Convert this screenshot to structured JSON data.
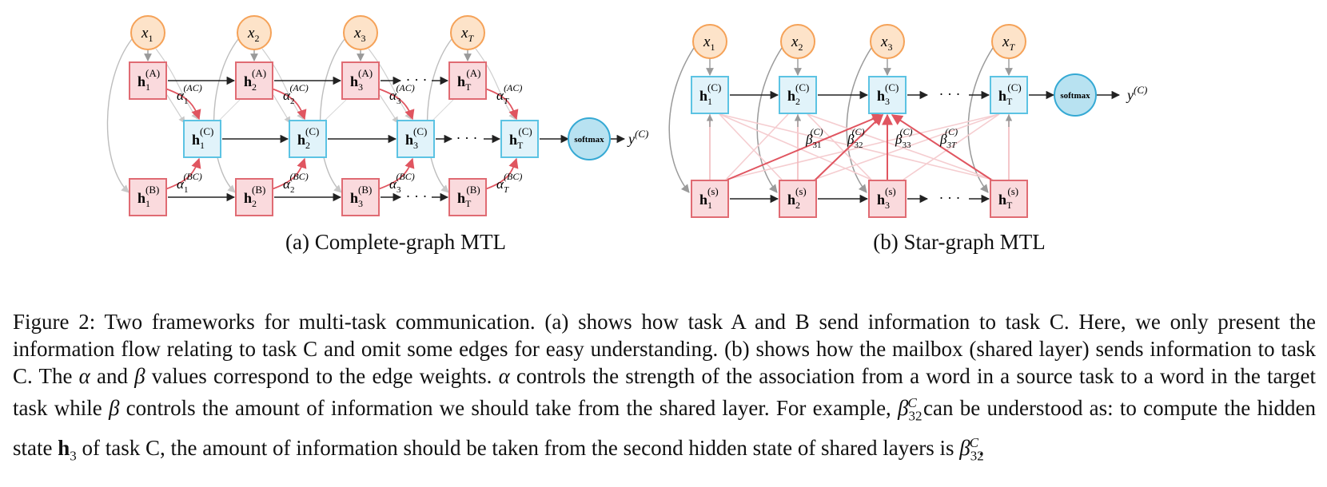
{
  "panel_a": {
    "caption": "(a) Complete-graph MTL",
    "inputs": [
      {
        "base": "x",
        "sub": "1"
      },
      {
        "base": "x",
        "sub": "2"
      },
      {
        "base": "x",
        "sub": "3"
      },
      {
        "base": "x",
        "sub": "T"
      }
    ],
    "nodes_a": [
      {
        "sub": "1",
        "sup": "(A)"
      },
      {
        "sub": "2",
        "sup": "(A)"
      },
      {
        "sub": "3",
        "sup": "(A)"
      },
      {
        "sub": "T",
        "sup": "(A)"
      }
    ],
    "nodes_c": [
      {
        "sub": "1",
        "sup": "(C)"
      },
      {
        "sub": "2",
        "sup": "(C)"
      },
      {
        "sub": "3",
        "sup": "(C)"
      },
      {
        "sub": "T",
        "sup": "(C)"
      }
    ],
    "nodes_b": [
      {
        "sub": "1",
        "sup": "(B)"
      },
      {
        "sub": "2",
        "sup": "(B)"
      },
      {
        "sub": "3",
        "sup": "(B)"
      },
      {
        "sub": "T",
        "sup": "(B)"
      }
    ],
    "alpha_ac": [
      {
        "sub": "1",
        "sup": "(AC)"
      },
      {
        "sub": "2",
        "sup": "(AC)"
      },
      {
        "sub": "3",
        "sup": "(AC)"
      },
      {
        "sub": "T",
        "sup": "(AC)"
      }
    ],
    "alpha_bc": [
      {
        "sub": "1",
        "sup": "(BC)"
      },
      {
        "sub": "2",
        "sup": "(BC)"
      },
      {
        "sub": "3",
        "sup": "(BC)"
      },
      {
        "sub": "T",
        "sup": "(BC)"
      }
    ],
    "softmax": "softmax",
    "output": {
      "base": "y",
      "sup": "(C)"
    },
    "ellipsis": "· · ·"
  },
  "panel_b": {
    "caption": "(b) Star-graph MTL",
    "inputs": [
      {
        "base": "x",
        "sub": "1"
      },
      {
        "base": "x",
        "sub": "2"
      },
      {
        "base": "x",
        "sub": "3"
      },
      {
        "base": "x",
        "sub": "T"
      }
    ],
    "nodes_c": [
      {
        "sub": "1",
        "sup": "(C)"
      },
      {
        "sub": "2",
        "sup": "(C)"
      },
      {
        "sub": "3",
        "sup": "(C)"
      },
      {
        "sub": "T",
        "sup": "(C)"
      }
    ],
    "nodes_s": [
      {
        "sub": "1",
        "sup": "(s)"
      },
      {
        "sub": "2",
        "sup": "(s)"
      },
      {
        "sub": "3",
        "sup": "(s)"
      },
      {
        "sub": "T",
        "sup": "(s)"
      }
    ],
    "betas": [
      {
        "sub": "31",
        "sup": "(C)"
      },
      {
        "sub": "32",
        "sup": "(C)"
      },
      {
        "sub": "33",
        "sup": "(C)"
      },
      {
        "sub": "3T",
        "sup": "(C)"
      }
    ],
    "softmax": "softmax",
    "output": {
      "base": "y",
      "sup": "(C)"
    },
    "ellipsis": "· · ·"
  },
  "caption": {
    "p1": "Figure 2: Two frameworks for multi-task communication. (a) shows how task A and B send information to task C. Here, we only present the information flow relating to task C and omit some edges for easy understanding. (b) shows how the mailbox (shared layer) sends information to task C. The ",
    "alpha": "α",
    "p2": " and ",
    "beta": "β",
    "p3": " values correspond to the edge weights. ",
    "p4": " controls the strength of the association from a word in a source task to a word in the target task while ",
    "p5": " controls the amount of information we should take from the shared layer. For example, ",
    "beta_sub": "32",
    "beta_sup": "C",
    "p6": " can be understood as: to compute the hidden state ",
    "h": "h",
    "h_sub": "3",
    "p7": " of task C, the amount of information should be taken from the second hidden state of shared layers is ",
    "p8": "."
  },
  "colors": {
    "input_fill": "#fde3c9",
    "input_stroke": "#f5a258",
    "red_fill": "#fadadd",
    "red_stroke": "#e06b73",
    "blue_fill": "#e1f3fa",
    "blue_stroke": "#5cc3e3",
    "softmax_fill": "#b8e2f1",
    "softmax_stroke": "#35a9d4"
  }
}
